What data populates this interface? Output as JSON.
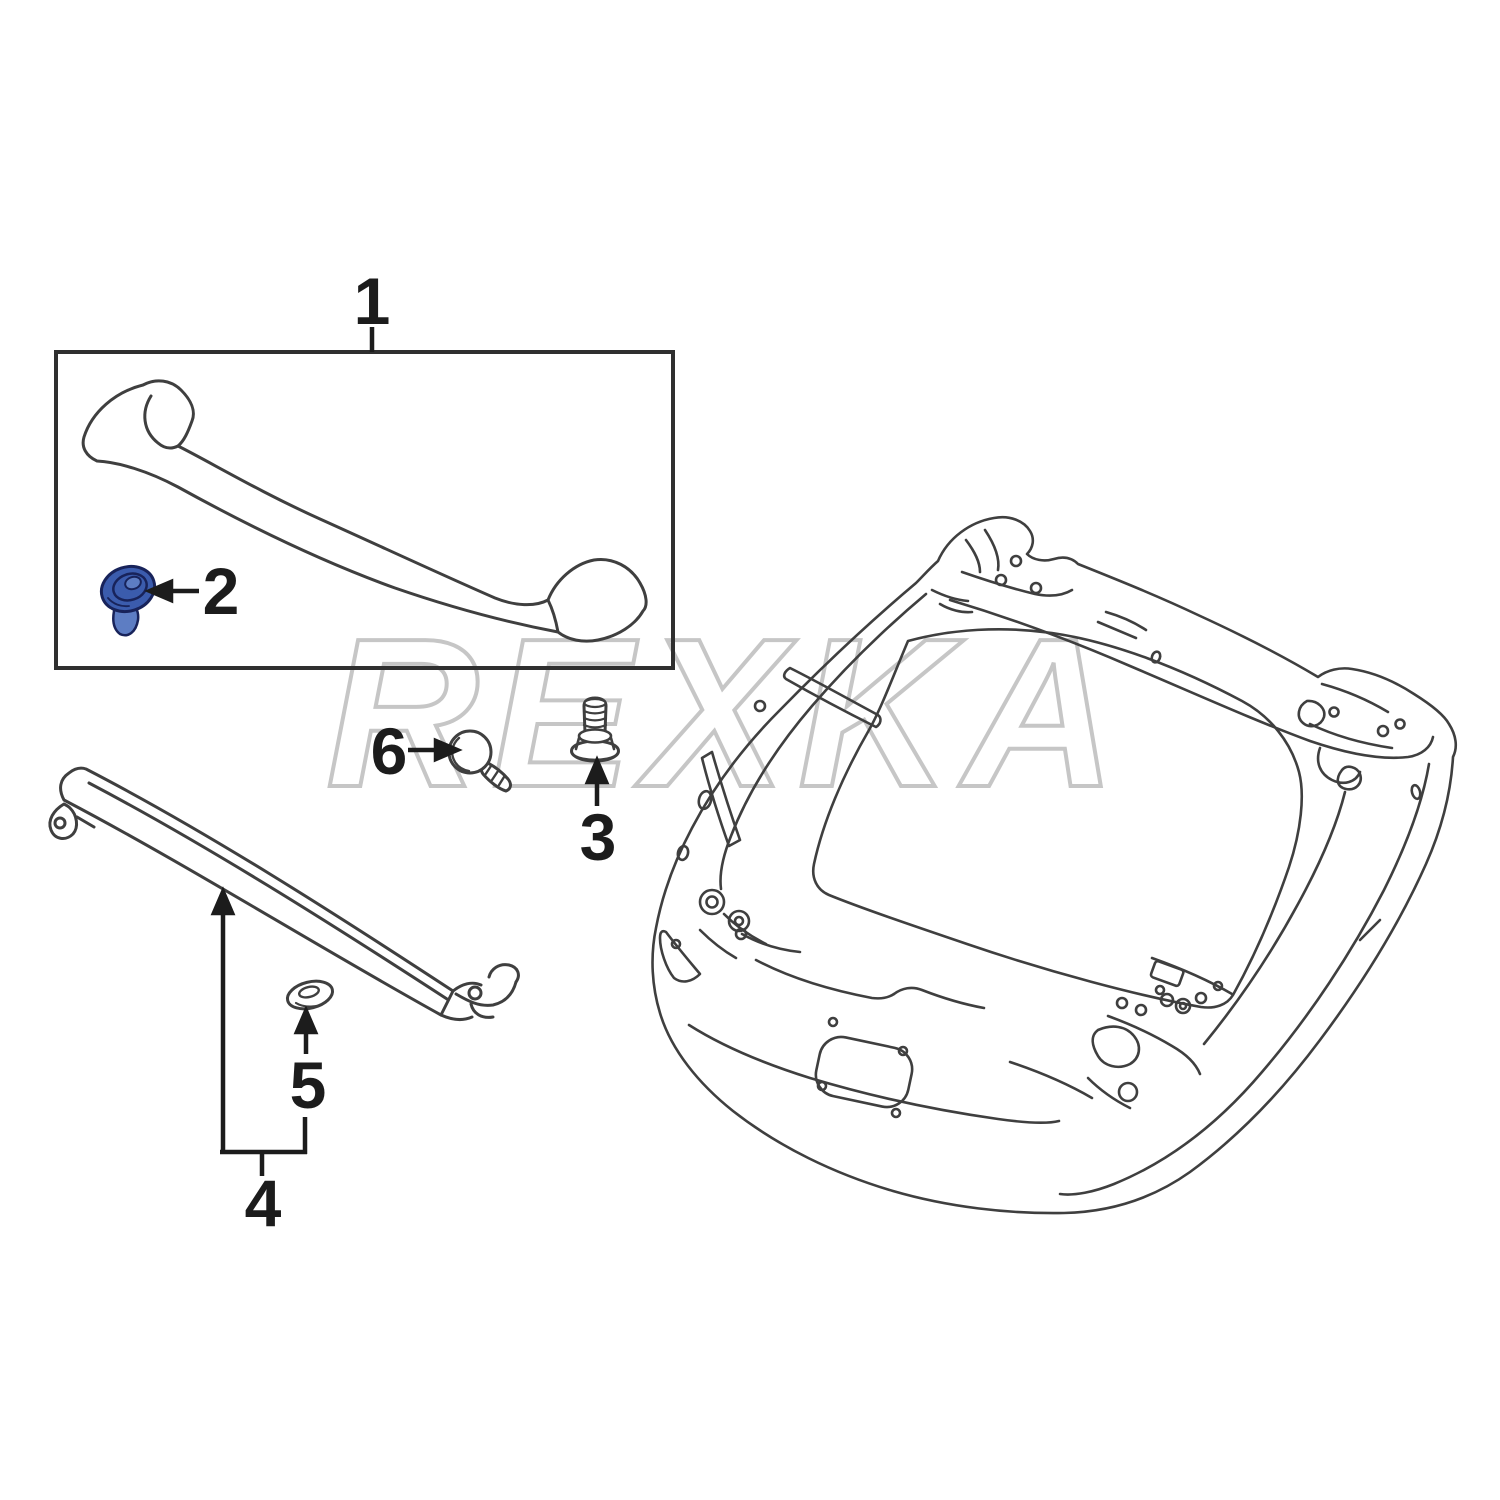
{
  "watermark": {
    "text": "REXKA"
  },
  "callouts": {
    "c1": "1",
    "c2": "2",
    "c3": "3",
    "c4": "4",
    "c5": "5",
    "c6": "6"
  },
  "colors": {
    "background": "#ffffff",
    "line_art": "#3f3f3f",
    "label_text": "#1c1c1c",
    "watermark": "#c6c6c6",
    "clip_fill": "#3b5cad",
    "clip_ring": "#18235a",
    "clip_stem": "#5d7dc3"
  }
}
